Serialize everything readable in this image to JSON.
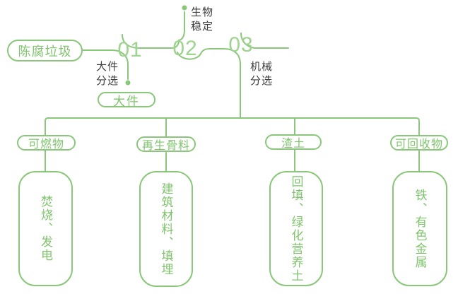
{
  "colors": {
    "green": "#8AC77A",
    "green-text": "#7FC46C",
    "green-light": "#9FD390",
    "label-dark": "#3E3E3E",
    "bg": "#FFFFFF"
  },
  "source": {
    "label": "陈腐垃圾"
  },
  "stages": [
    {
      "number": "01",
      "label_lines": [
        "大件",
        "分选"
      ],
      "output": "大件"
    },
    {
      "number": "02",
      "label_lines": [
        "生物",
        "稳定"
      ]
    },
    {
      "number": "03",
      "label_lines": [
        "机械",
        "分选"
      ]
    }
  ],
  "branches": [
    {
      "category": "可燃物",
      "result": "焚烧、发电"
    },
    {
      "category": "再生骨料",
      "result": "建筑材料、填埋"
    },
    {
      "category": "渣土",
      "result": "回填、绿化营养土"
    },
    {
      "category": "可回收物",
      "result": "铁、有色金属"
    }
  ]
}
